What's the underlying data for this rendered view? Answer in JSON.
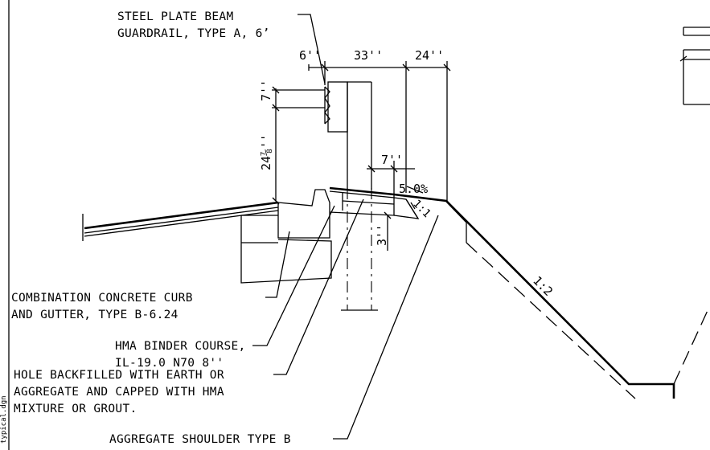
{
  "dimensions": {
    "post_offset": "6''",
    "rail_span": "33''",
    "shoulder_width": "24''",
    "post_block_height": "7''",
    "rail_height": "24⅞''",
    "post_embed_offset": "7''",
    "backfill_depth": "3''",
    "cross_slope": "5.0%",
    "wedge_slope": "1:1",
    "fill_slope": "1:2"
  },
  "callouts": {
    "guardrail_line1": "STEEL PLATE BEAM",
    "guardrail_line2": "GUARDRAIL, TYPE A, 6’",
    "curb_line1": "COMBINATION CONCRETE CURB",
    "curb_line2": "AND GUTTER, TYPE B-6.24",
    "binder_line1": "HMA BINDER COURSE,",
    "binder_line2": "IL-19.0 N70 8''",
    "hole_line1": "HOLE BACKFILLED WITH EARTH OR",
    "hole_line2": "AGGREGATE AND CAPPED WITH HMA",
    "hole_line3": "MIXTURE OR GROUT.",
    "shoulder_label": "AGGREGATE SHOULDER TYPE B"
  },
  "margin_text": "typical.dgn",
  "colors": {
    "ink": "#000000",
    "paper": "#ffffff"
  }
}
